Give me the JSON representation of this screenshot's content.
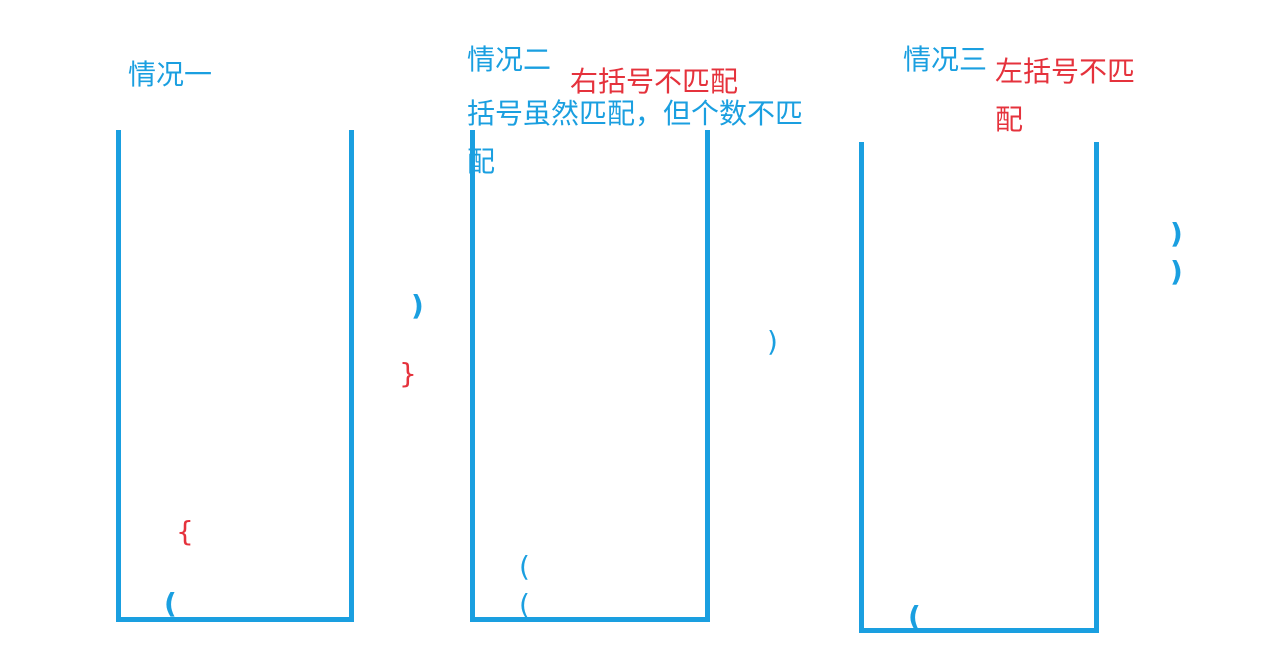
{
  "case1": {
    "title": "情况一",
    "stack_items": [
      "{",
      "("
    ],
    "incoming": [
      ")",
      "}"
    ]
  },
  "case2": {
    "title": "情况二",
    "subtitle": "右括号不匹配",
    "desc_line1": "括号虽然匹配，但个数不匹",
    "desc_line2": "配",
    "stack_items": [
      "(",
      "("
    ],
    "incoming": [
      ")"
    ]
  },
  "case3": {
    "title": "情况三",
    "subtitle_line1": "左括号不匹",
    "subtitle_line2": "配",
    "stack_items": [
      "("
    ],
    "incoming": [
      ")",
      ")"
    ]
  },
  "colors": {
    "stack_border": "#1a9fe0",
    "text_blue": "#1a9fe0",
    "text_red": "#e5323c"
  }
}
